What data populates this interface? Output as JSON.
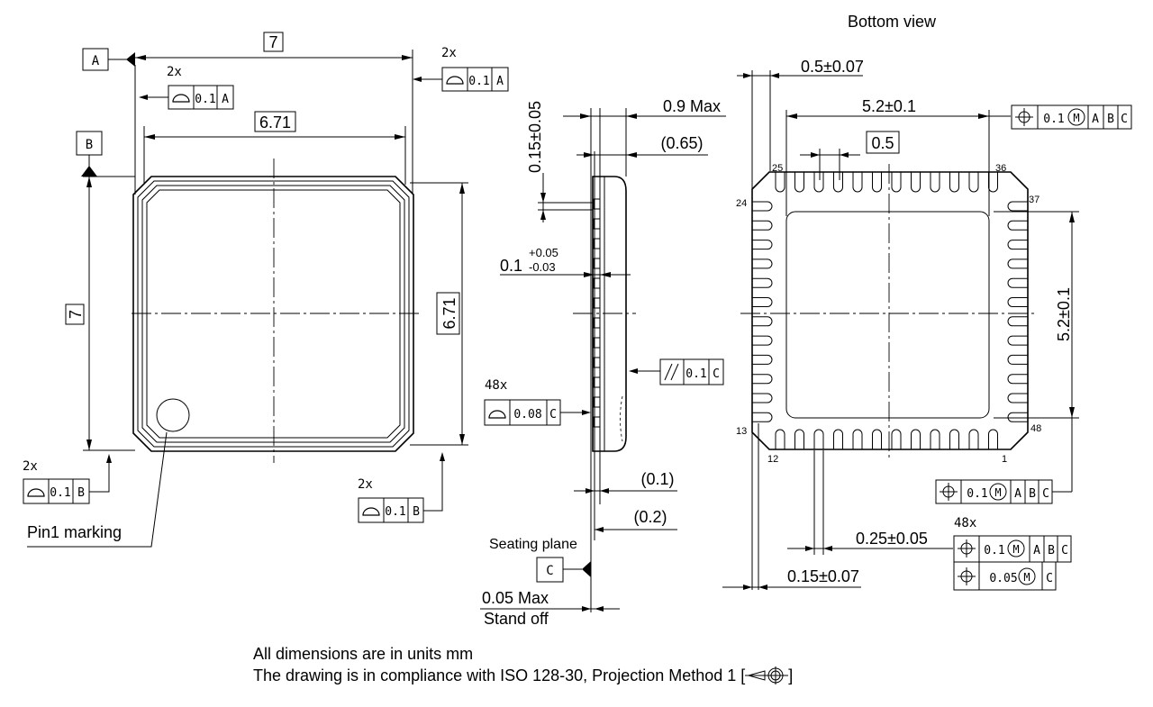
{
  "title": "Bottom view",
  "top_view": {
    "datum_a": "A",
    "datum_b": "B",
    "width": "7",
    "body_width": "6.71",
    "height": "7",
    "body_height": "6.71",
    "count_2x": "2x",
    "tol_0_1": "0.1",
    "pin1_label": "Pin1 marking"
  },
  "side_view": {
    "thickness_max": "0.9 Max",
    "body_height": "(0.65)",
    "lead_top": "0.15±0.05",
    "lead_thickness_main": "0.1",
    "lead_thickness_plus": "+0.05",
    "lead_thickness_minus": "-0.03",
    "parallel_tol": "0.1",
    "datum_c": "C",
    "count_48x": "48x",
    "profile_tol": "0.08",
    "standoff_1": "(0.1)",
    "standoff_2": "(0.2)",
    "seating_plane": "Seating plane",
    "standoff_max": "0.05 Max",
    "standoff_label": "Stand off"
  },
  "bottom_view": {
    "edge_offset": "0.5±0.07",
    "pad_span_x": "5.2±0.1",
    "pitch": "0.5",
    "pad_span_y": "5.2±0.1",
    "lead_width": "0.25±0.05",
    "lead_edge": "0.15±0.07",
    "pos_tol": "0.1",
    "pos_tol_2": "0.05",
    "mod_m": "M",
    "datum_a": "A",
    "datum_b": "B",
    "datum_c": "C",
    "count_48x": "48x",
    "pin_labels": [
      "25",
      "36",
      "24",
      "37",
      "13",
      "48",
      "12",
      "1"
    ]
  },
  "notes": {
    "line1": "All dimensions are in units mm",
    "line2": "The drawing is in compliance with ISO 128-30, Projection Method 1 ["
  },
  "icons": [
    "flatness-profile-icon",
    "position-icon",
    "parallelism-icon",
    "projection-method-1-icon"
  ]
}
